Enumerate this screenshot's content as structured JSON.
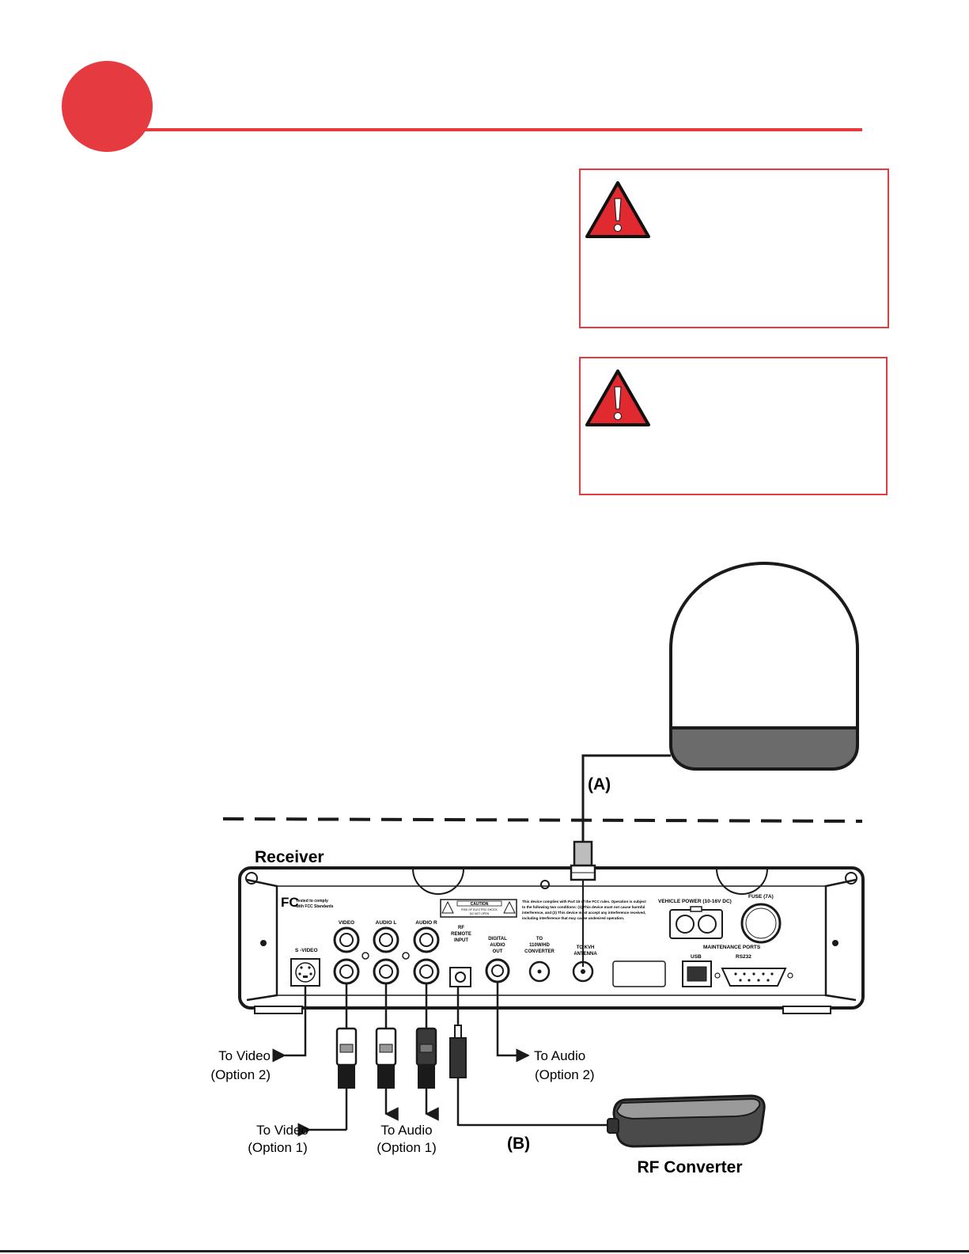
{
  "colors": {
    "accent": "#e53a40",
    "warning_red": "#e02a2f",
    "dark": "#1a1a1a",
    "antenna_base": "#6b6b6b"
  },
  "icons": {
    "warning": "warning-triangle-icon"
  },
  "diagram": {
    "labels": {
      "cable_a": "(A)",
      "cable_b": "(B)",
      "receiver": "Receiver",
      "rf_converter": "RF Converter",
      "to_video_opt2_line1": "To Video",
      "to_video_opt2_line2": "(Option 2)",
      "to_video_opt1_line1": "To Video",
      "to_video_opt1_line2": "(Option 1)",
      "to_audio_opt1_line1": "To Audio",
      "to_audio_opt1_line2": "(Option 1)",
      "to_audio_opt2_line1": "To Audio",
      "to_audio_opt2_line2": "(Option 2)"
    },
    "panel": {
      "fcc_line1": "Tested to comply",
      "fcc_line2": "with FCC Standards",
      "fcc_logo": "FC",
      "caution_title": "CAUTION",
      "caution_line1": "RISK OF ELECTRIC SHOCK",
      "caution_line2": "DO NOT OPEN",
      "fcc_notice_1": "This device complies with Part 15 of the FCC rules. Operation is subject",
      "fcc_notice_2": "to the following two conditions: (1) This device must not cause harmful",
      "fcc_notice_3": "interference, and (2) This device must accept any interference received,",
      "fcc_notice_4": "including interference that may cause undesired operation.",
      "vehicle_power": "VEHICLE POWER (10-16V DC)",
      "fuse": "FUSE (7A)",
      "maintenance_ports": "MAINTENANCE PORTS",
      "usb": "USB",
      "rs232": "RS232",
      "s_video": "S -VIDEO",
      "video": "VIDEO",
      "audio_l": "AUDIO L",
      "audio_r": "AUDIO R",
      "rf_remote_1": "RF",
      "rf_remote_2": "REMOTE",
      "rf_remote_3": "INPUT",
      "digital_audio_1": "DIGITAL",
      "digital_audio_2": "AUDIO",
      "digital_audio_3": "OUT",
      "converter_1": "TO",
      "converter_2": "110W/HD",
      "converter_3": "CONVERTER",
      "antenna_1": "TO KVH",
      "antenna_2": "ANTENNA"
    }
  }
}
